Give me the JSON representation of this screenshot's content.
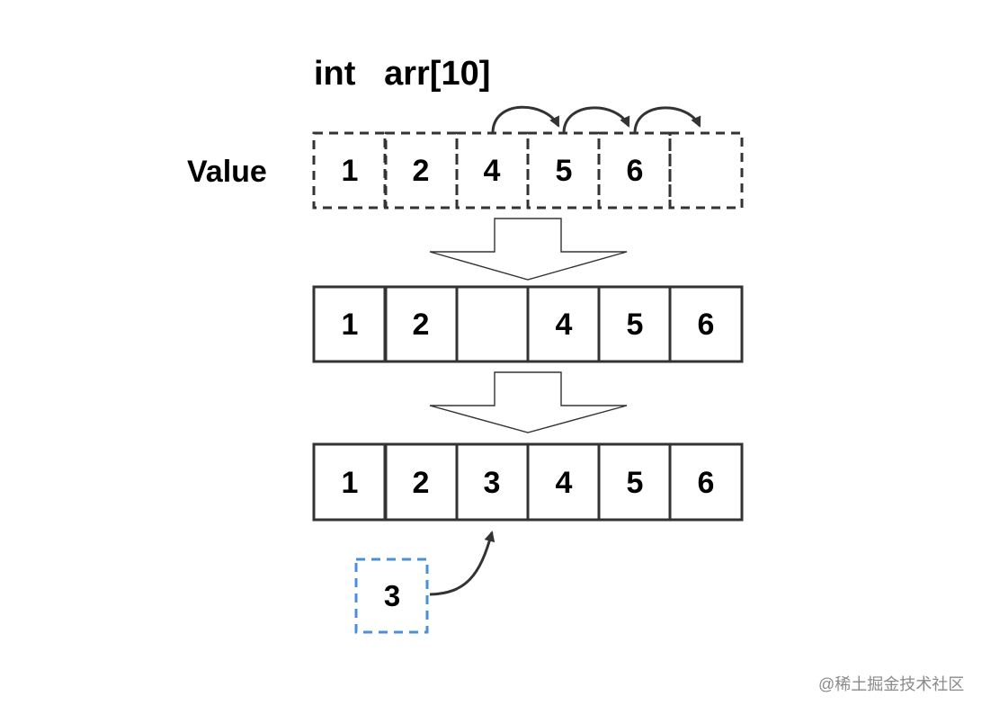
{
  "diagram": {
    "title": "int   arr[10]",
    "row_label": "Value",
    "stage1_cells": [
      "1",
      "2",
      "4",
      "5",
      "6",
      ""
    ],
    "stage2_cells": [
      "1",
      "2",
      "",
      "4",
      "5",
      "6"
    ],
    "stage3_cells": [
      "1",
      "2",
      "3",
      "4",
      "5",
      "6"
    ],
    "insert_value": "3",
    "watermark": "@稀土掘金技术社区",
    "colors": {
      "line": "#333333",
      "insert_box": "#4a8fd8",
      "text": "#333333",
      "watermark": "#8a8a8a"
    }
  }
}
